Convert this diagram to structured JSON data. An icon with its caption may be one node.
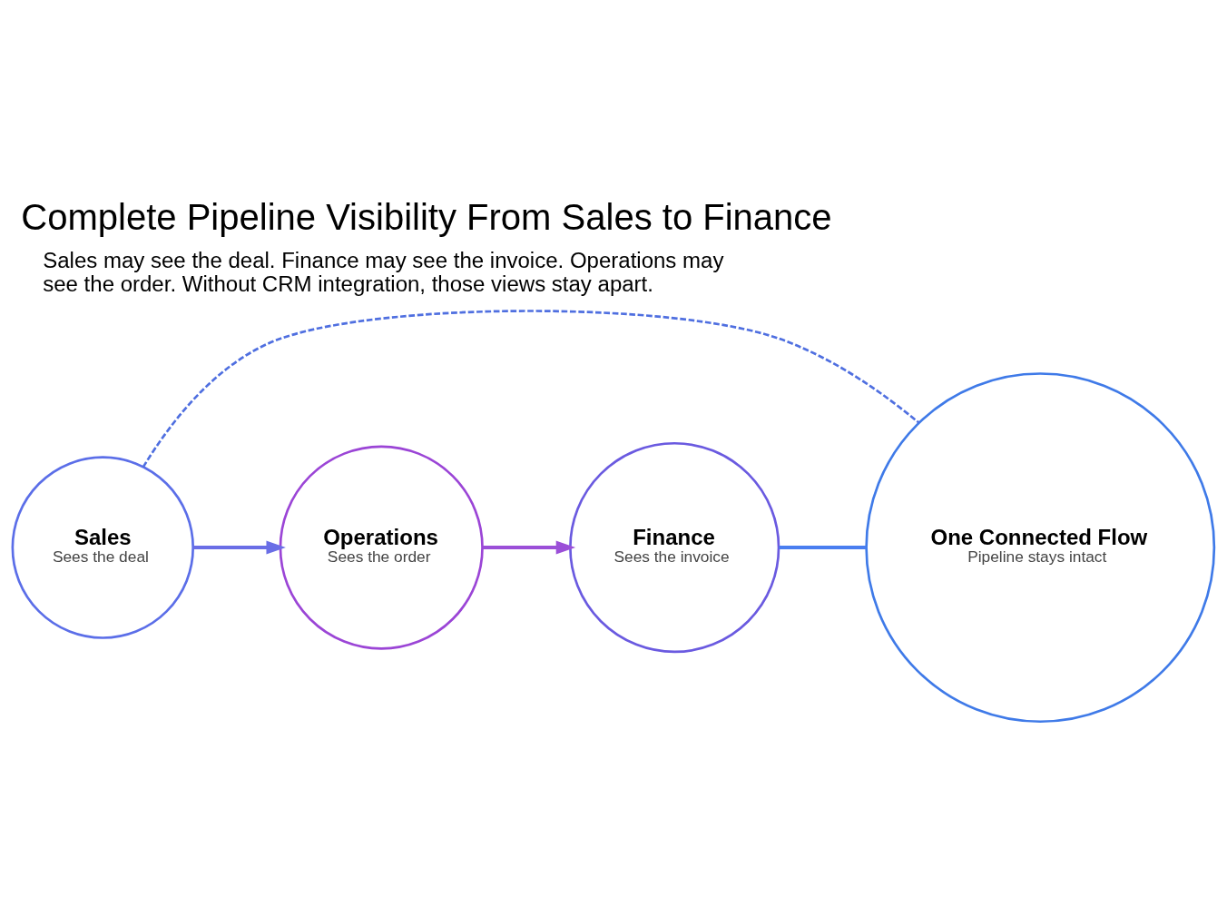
{
  "diagram": {
    "title": "Complete Pipeline Visibility From Sales to Finance",
    "nodes": [
      {
        "text": [
          "Sales",
          "Sees the deal"
        ]
      },
      {
        "text": [
          "Operations",
          "Sees the order"
        ]
      },
      {
        "text": [
          "Finance",
          "Sees the invoice"
        ]
      },
      {
        "text": [
          "One Connected Flow",
          "Pipeline stays intact"
        ]
      }
    ],
    "edges": [
      {
        "from": 0,
        "to": 1,
        "arrow": "to"
      },
      {
        "from": 1,
        "to": 2,
        "arrow": "to"
      },
      {
        "from": 2,
        "to": 3,
        "arrow": "none"
      },
      {
        "from": 0,
        "to": 3,
        "arrow": "none",
        "style": "dashed",
        "color": "#4f6fe0"
      }
    ],
    "labels": [
      "Sales may see the deal. Finance may see the invoice. Operations may see the order. Without CRM integration, those views stay apart."
    ]
  }
}
